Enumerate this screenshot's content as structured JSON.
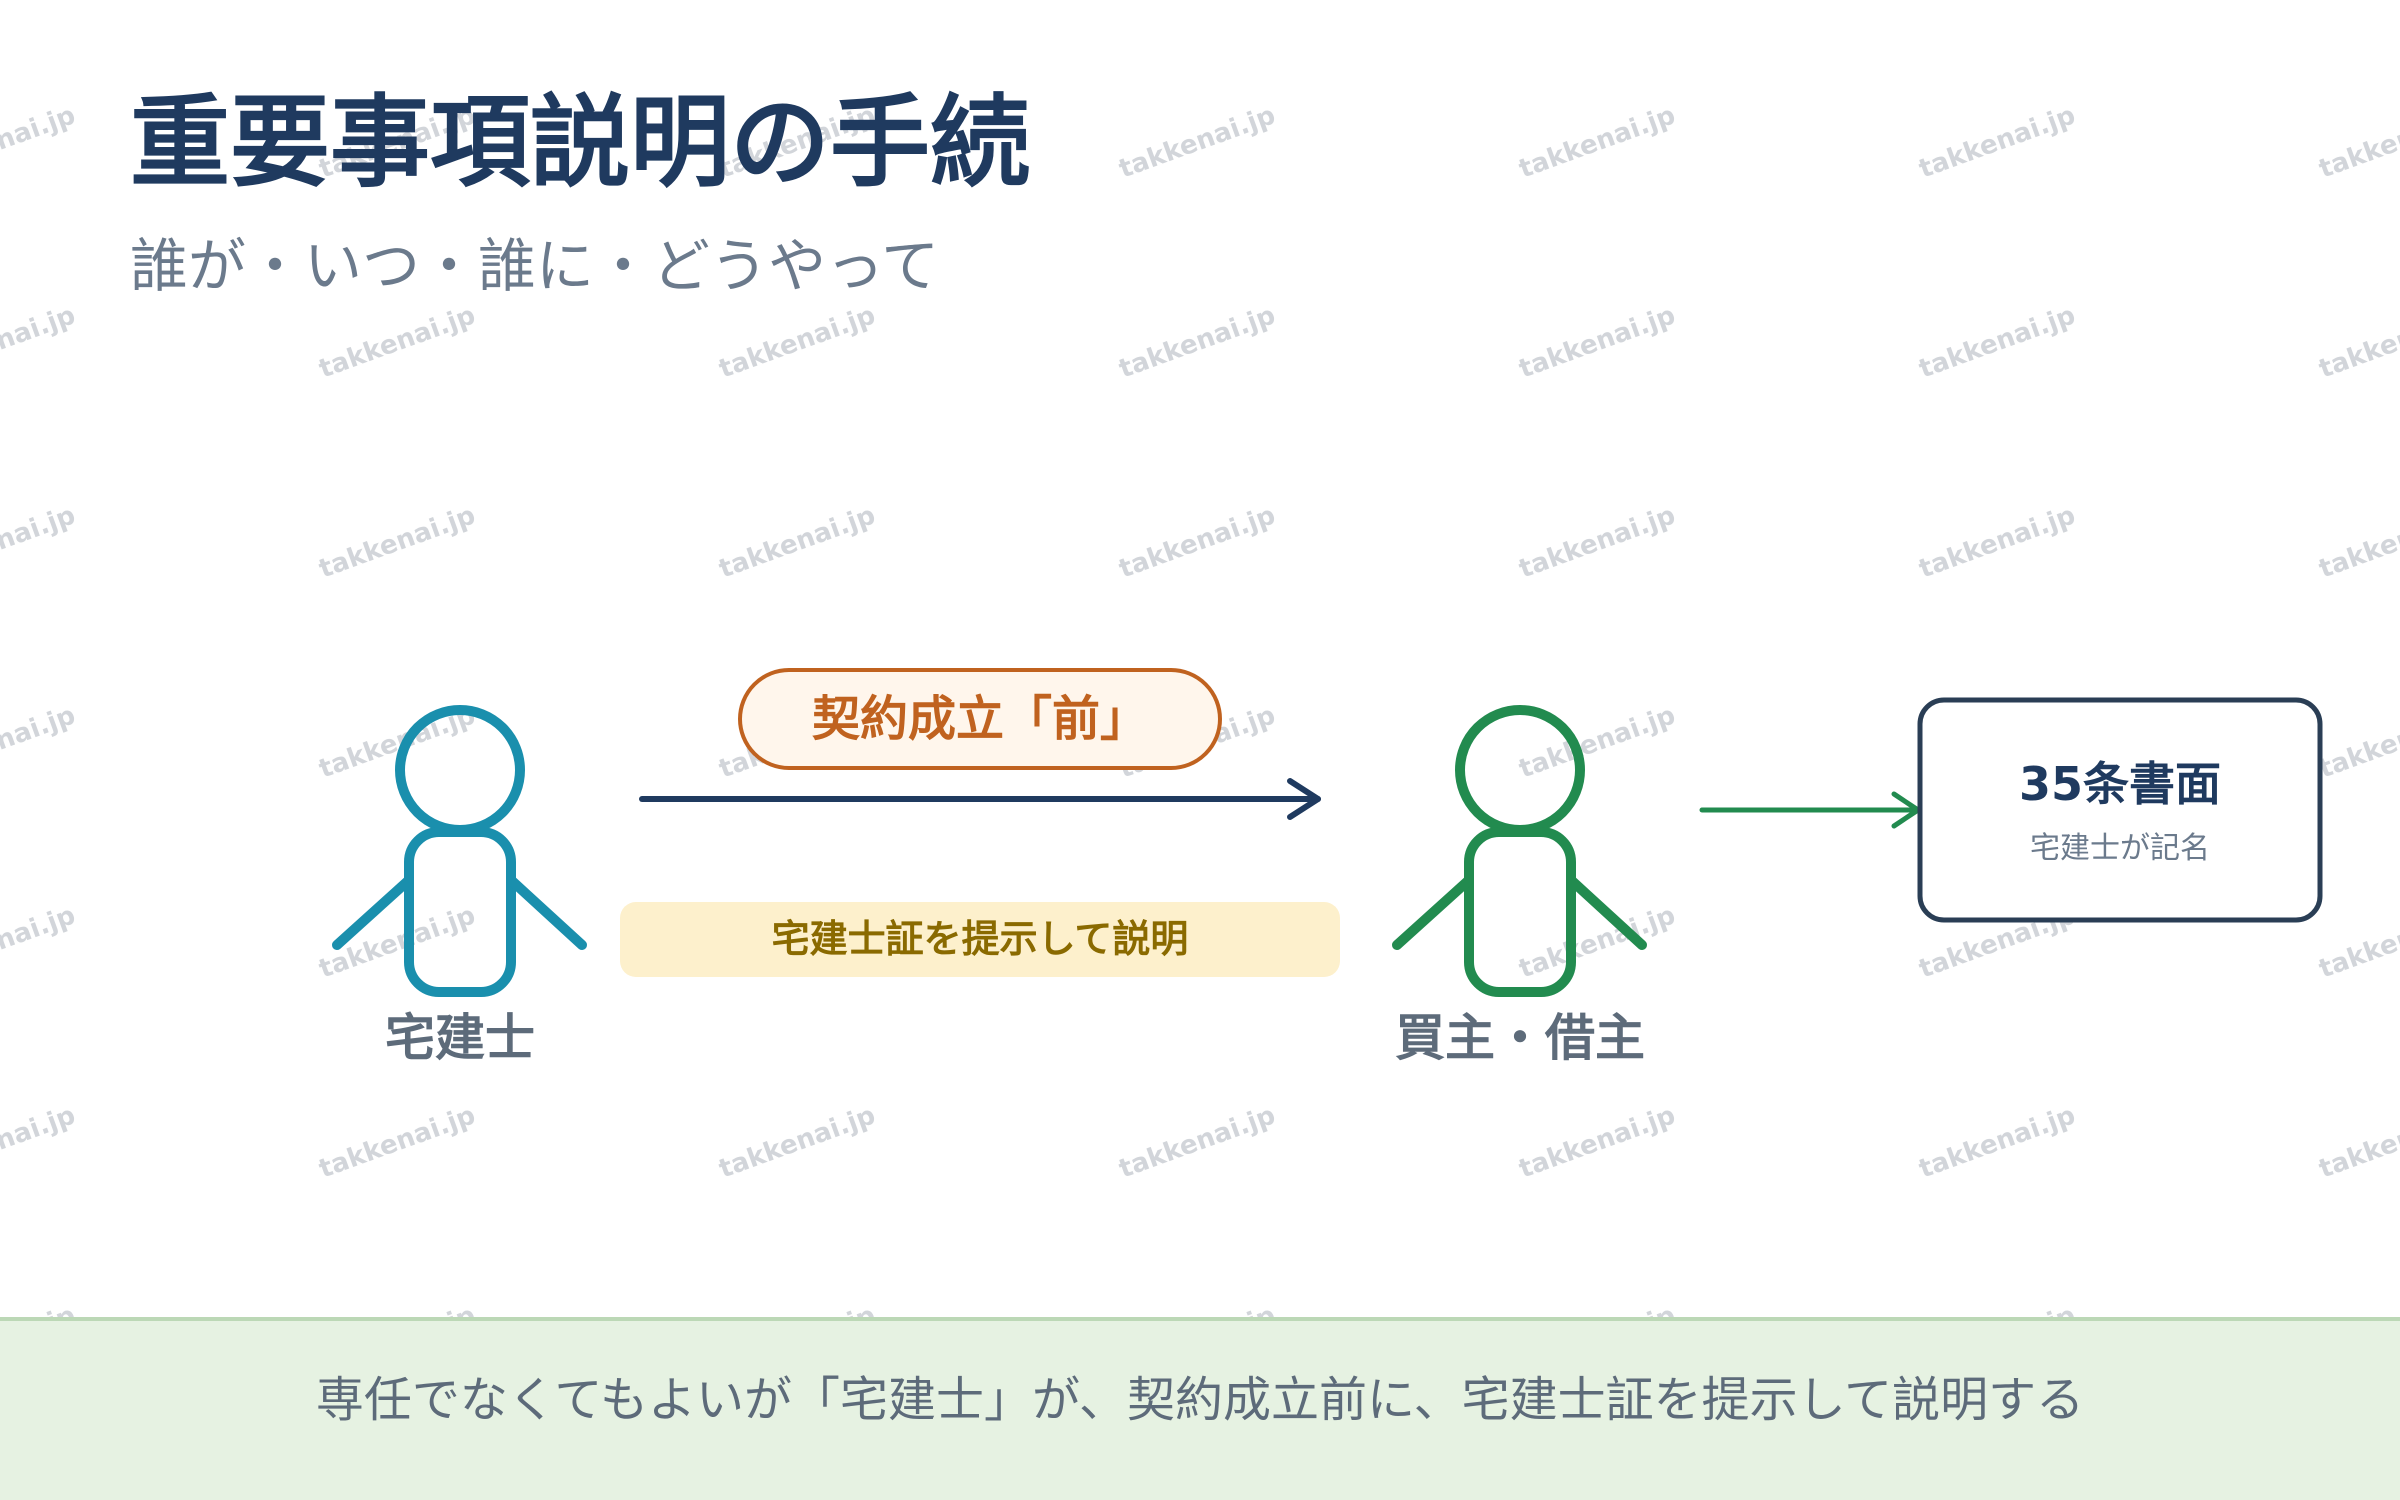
{
  "title": "重要事項説明の手続",
  "subtitle": "誰が・いつ・誰に・どうやって",
  "watermark": "takkenai.jp",
  "actors": {
    "agent": {
      "label": "宅建士",
      "color": "#1a8fad"
    },
    "buyer": {
      "label": "買主・借主",
      "color": "#228b4f"
    }
  },
  "timing_badge": "契約成立「前」",
  "method_label": "宅建士証を提示して説明",
  "document": {
    "title": "35条書面",
    "note": "宅建士が記名"
  },
  "summary": "専任でなくてもよいが「宅建士」が、契約成立前に、宅建士証を提示して説明する",
  "colors": {
    "title": "#1f3a5f",
    "subtitle": "#6b7a8c",
    "badge_border": "#c0621f",
    "badge_fill": "#fff6ec",
    "badge_text": "#c0621f",
    "method_fill": "#fdf0cc",
    "method_text": "#8a6a00",
    "main_arrow": "#1f3a5f",
    "doc_border": "#2a3e55",
    "bottom_bar": "#e6f2e2",
    "bottom_text": "#5d6b7a",
    "watermark": "#c3c8ce"
  }
}
